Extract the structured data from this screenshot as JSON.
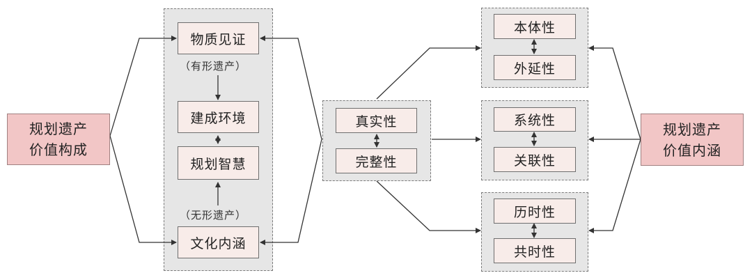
{
  "left_title": {
    "line1": "规划遗产",
    "line2": "价值构成"
  },
  "right_title": {
    "line1": "规划遗产",
    "line2": "价值内涵"
  },
  "composition": {
    "items": [
      "物质见证",
      "建成环境",
      "规划智慧",
      "文化内涵"
    ],
    "tangible_note": "（有形遗产）",
    "intangible_note": "（无形遗产）"
  },
  "center": {
    "items": [
      "真实性",
      "完整性"
    ]
  },
  "connotation": {
    "groups": [
      {
        "items": [
          "本体性",
          "外延性"
        ]
      },
      {
        "items": [
          "系统性",
          "关联性"
        ]
      },
      {
        "items": [
          "历时性",
          "共时性"
        ]
      }
    ]
  },
  "colors": {
    "title_fill": "#f2c6c6",
    "item_fill": "#f8ece9",
    "group_fill": "#e6e6e6",
    "line": "#333333"
  }
}
